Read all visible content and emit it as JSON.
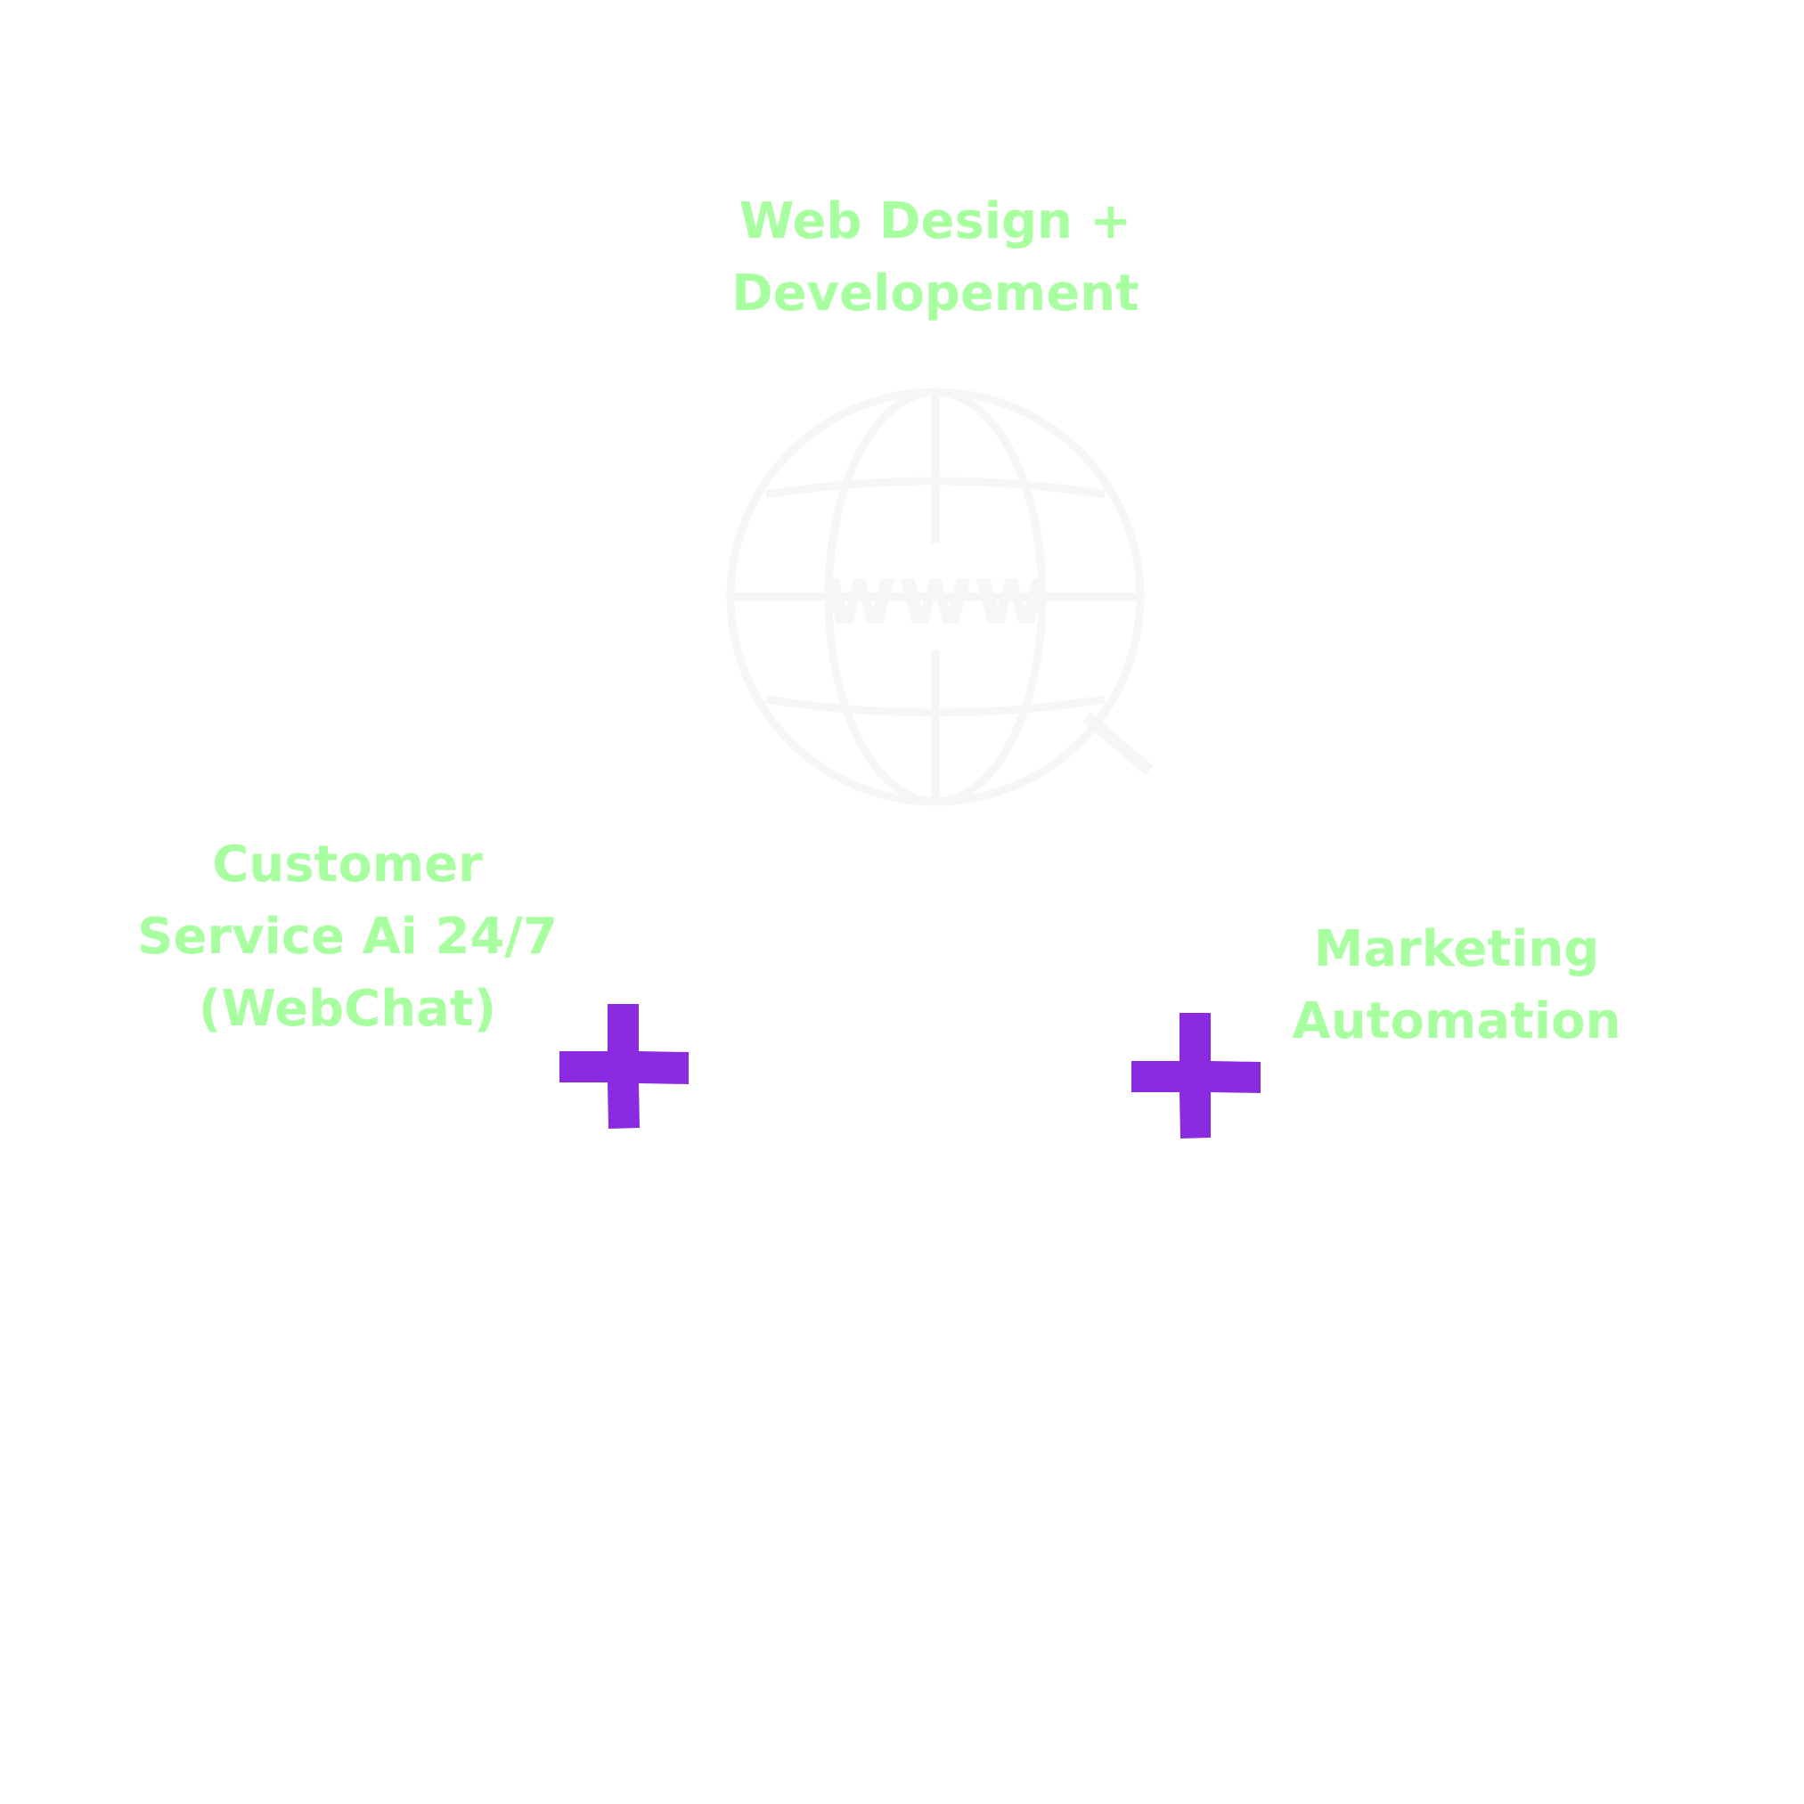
{
  "labels": {
    "web": {
      "lines": [
        "Web Design +",
        "Developement"
      ]
    },
    "customer_service": {
      "lines": [
        "Customer",
        "Service  Ai 24/7",
        "(WebChat)"
      ]
    },
    "marketing": {
      "lines": [
        "Marketing",
        "Automation"
      ]
    }
  },
  "globe": {
    "text": "www",
    "icon": "globe-www-icon"
  },
  "colors": {
    "label_text": "#a8ffa0",
    "plus": "#8a2be2",
    "globe_outline": "#f6f6f6",
    "background": "#ffffff"
  }
}
